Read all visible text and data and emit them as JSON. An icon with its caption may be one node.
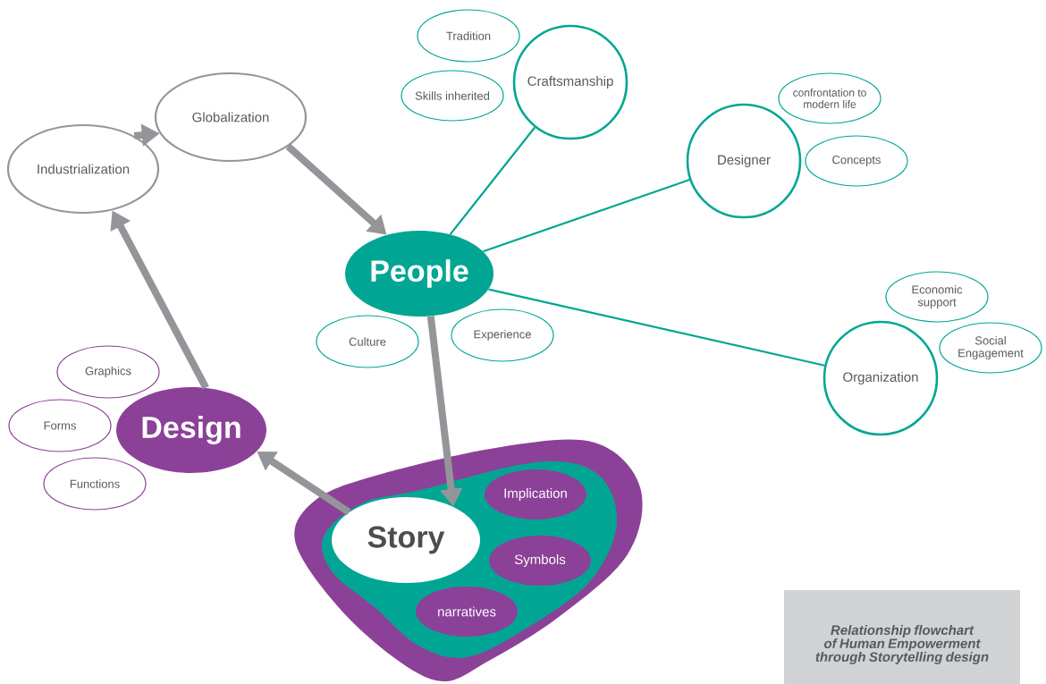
{
  "diagram": {
    "caption": "Relationship flowchart of Human Empowerment through Storytelling design",
    "nodes": [
      {
        "text": [
          "Globalization"
        ]
      },
      {
        "text": [
          "Industrialization"
        ]
      },
      {
        "text": [
          "People"
        ]
      },
      {
        "text": [
          "Craftsmanship"
        ]
      },
      {
        "text": [
          "Tradition"
        ]
      },
      {
        "text": [
          "Skills inherited"
        ]
      },
      {
        "text": [
          "Designer"
        ]
      },
      {
        "text": [
          "confrontation to modern life"
        ]
      },
      {
        "text": [
          "Concepts"
        ]
      },
      {
        "text": [
          "Organization"
        ]
      },
      {
        "text": [
          "Economic support"
        ]
      },
      {
        "text": [
          "Social Engagement"
        ]
      },
      {
        "text": [
          "Culture"
        ]
      },
      {
        "text": [
          "Experience"
        ]
      },
      {
        "text": [
          "Design"
        ]
      },
      {
        "text": [
          "Graphics"
        ]
      },
      {
        "text": [
          "Forms"
        ]
      },
      {
        "text": [
          "Functions"
        ]
      },
      {
        "text": [],
        "shape": "blob"
      },
      {
        "text": [],
        "shape": "blob",
        "in": 18
      },
      {
        "text": [
          "Story"
        ],
        "in": 19
      },
      {
        "text": [
          "Implication"
        ],
        "in": 19
      },
      {
        "text": [
          "Symbols"
        ],
        "in": 19
      },
      {
        "text": [
          "narratives"
        ],
        "in": 19
      }
    ],
    "edges": [
      {
        "from": 1,
        "to": 0,
        "arrow": "to"
      },
      {
        "from": 0,
        "to": 2,
        "arrow": "to"
      },
      {
        "from": 2,
        "to": 20,
        "arrow": "to"
      },
      {
        "from": 20,
        "to": 14,
        "arrow": "to"
      },
      {
        "from": 14,
        "to": 1,
        "arrow": "to"
      },
      {
        "from": 2,
        "to": 3,
        "arrow": "none",
        "color": "#00a693"
      },
      {
        "from": 2,
        "to": 6,
        "arrow": "none",
        "color": "#00a693"
      },
      {
        "from": 2,
        "to": 9,
        "arrow": "none",
        "color": "#00a693"
      }
    ]
  }
}
